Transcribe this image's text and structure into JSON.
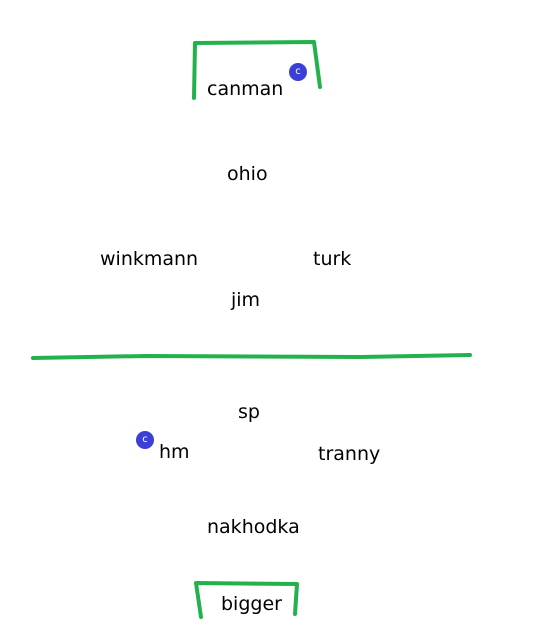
{
  "colors": {
    "lines": "#22b14c",
    "badge": "#3b3fd6",
    "text": "#000000"
  },
  "players": {
    "canman": "canman",
    "ohio": "ohio",
    "winkmann": "winkmann",
    "turk": "turk",
    "jim": "jim",
    "sp": "sp",
    "hm": "hm",
    "tranny": "tranny",
    "nakhodka": "nakhodka",
    "bigger": "bigger"
  },
  "captain_badge": "c"
}
